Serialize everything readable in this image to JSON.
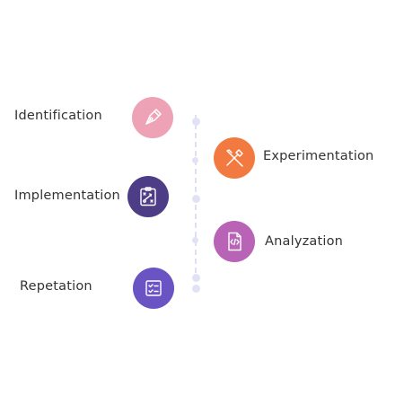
{
  "steps": [
    {
      "label": "Identification",
      "icon": "pen-nib-icon",
      "color": "#eea2b6"
    },
    {
      "label": "Experimentation",
      "icon": "tools-icon",
      "color": "#f27a41"
    },
    {
      "label": "Implementation",
      "icon": "strategy-board-icon",
      "color": "#4d3d86"
    },
    {
      "label": "Analyzation",
      "icon": "code-file-icon",
      "color": "#b863b6"
    },
    {
      "label": "Repetation",
      "icon": "checklist-icon",
      "color": "#6a54c3"
    }
  ]
}
